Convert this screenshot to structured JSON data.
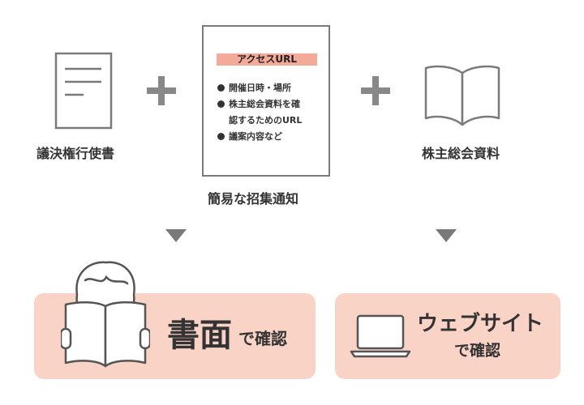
{
  "proxy_form": {
    "label": "議決権行使書",
    "icon": "document-icon"
  },
  "notice": {
    "url_label": "アクセスURL",
    "bullets": [
      "開催日時・場所",
      "株主総会資料を確",
      "認するためのURL",
      "議案内容など"
    ],
    "caption": "簡易な招集通知"
  },
  "materials": {
    "label": "株主総会資料",
    "icon": "open-book-icon"
  },
  "plus_sign": "+",
  "paper_panel": {
    "main": "書面",
    "sub": "で確認",
    "color": "#f9d3c6"
  },
  "web_panel": {
    "line1": "ウェブサイト",
    "line2": "で確認",
    "icon": "laptop-icon",
    "color": "#f9d3c6"
  },
  "colors": {
    "accent": "#f4aa98",
    "panel": "#f9d3c6",
    "arrow": "#7a7a7a",
    "icon_stroke": "#7a7a7a"
  }
}
